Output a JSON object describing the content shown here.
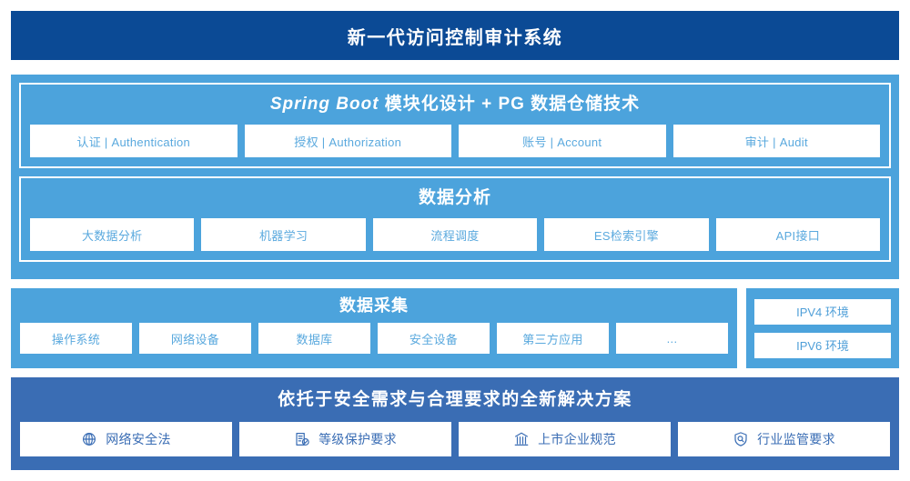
{
  "header": {
    "title": "新一代访问控制审计系统"
  },
  "colors": {
    "header_bg": "#0b4a95",
    "panel_bg": "#4ca3dc",
    "bottom_bg": "#3a6db4",
    "chip_bg": "#ffffff",
    "chip_text": "#5aa9de",
    "bottom_chip_text": "#3a6db4"
  },
  "sections": {
    "platform": {
      "title_italic": "Spring Boot",
      "title_rest": " 模块化设计 + PG 数据仓储技术",
      "items": [
        {
          "label": "认证 | Authentication"
        },
        {
          "label": "授权 | Authorization"
        },
        {
          "label": "账号 | Account"
        },
        {
          "label": "审计 | Audit"
        }
      ]
    },
    "analysis": {
      "title": "数据分析",
      "items": [
        {
          "label": "大数据分析"
        },
        {
          "label": "机器学习"
        },
        {
          "label": "流程调度"
        },
        {
          "label": "ES检索引擎"
        },
        {
          "label": "API接口"
        }
      ]
    },
    "collection": {
      "title": "数据采集",
      "items": [
        {
          "label": "操作系统"
        },
        {
          "label": "网络设备"
        },
        {
          "label": "数据库"
        },
        {
          "label": "安全设备"
        },
        {
          "label": "第三方应用"
        },
        {
          "label": "..."
        }
      ]
    },
    "environment": {
      "items": [
        {
          "label": "IPV4 环境"
        },
        {
          "label": "IPV6 环境"
        }
      ]
    },
    "solutions": {
      "title": "依托于安全需求与合理要求的全新解决方案",
      "items": [
        {
          "label": "网络安全法",
          "icon": "globe-icon"
        },
        {
          "label": "等级保护要求",
          "icon": "document-check-icon"
        },
        {
          "label": "上市企业规范",
          "icon": "bank-icon"
        },
        {
          "label": "行业监管要求",
          "icon": "shield-search-icon"
        }
      ]
    }
  }
}
